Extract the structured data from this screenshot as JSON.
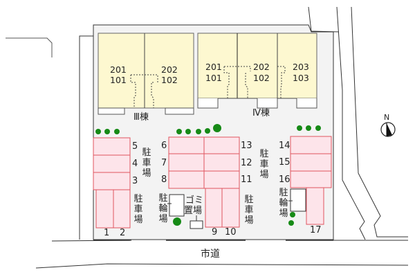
{
  "map": {
    "colors": {
      "lot": "#f3f3f3",
      "building": "#fdf8d0",
      "parking_fill": "#fde4ea",
      "parking_stroke": "#e0545f",
      "tree": "#168a16",
      "line": "#333333"
    },
    "buildings": [
      {
        "name": "Ⅲ棟",
        "rooms": [
          {
            "upper": "201",
            "lower": "101"
          },
          {
            "upper": "202",
            "lower": "102"
          }
        ]
      },
      {
        "name": "Ⅳ棟",
        "rooms": [
          {
            "upper": "201",
            "lower": "101"
          },
          {
            "upper": "202",
            "lower": "102"
          },
          {
            "upper": "203",
            "lower": "103"
          }
        ]
      }
    ],
    "parking_label": "駐車場",
    "bicycle_label": "駐輪場",
    "garbage_label_1": "ゴミ",
    "garbage_label_2": "置場",
    "road_label": "市道",
    "compass_label": "N",
    "spaces": {
      "s1": "1",
      "s2": "2",
      "s3": "3",
      "s4": "4",
      "s5": "5",
      "s6": "6",
      "s7": "7",
      "s8": "8",
      "s9": "9",
      "s10": "10",
      "s11": "11",
      "s12": "12",
      "s13": "13",
      "s14": "14",
      "s15": "15",
      "s16": "16",
      "s17": "17"
    }
  }
}
